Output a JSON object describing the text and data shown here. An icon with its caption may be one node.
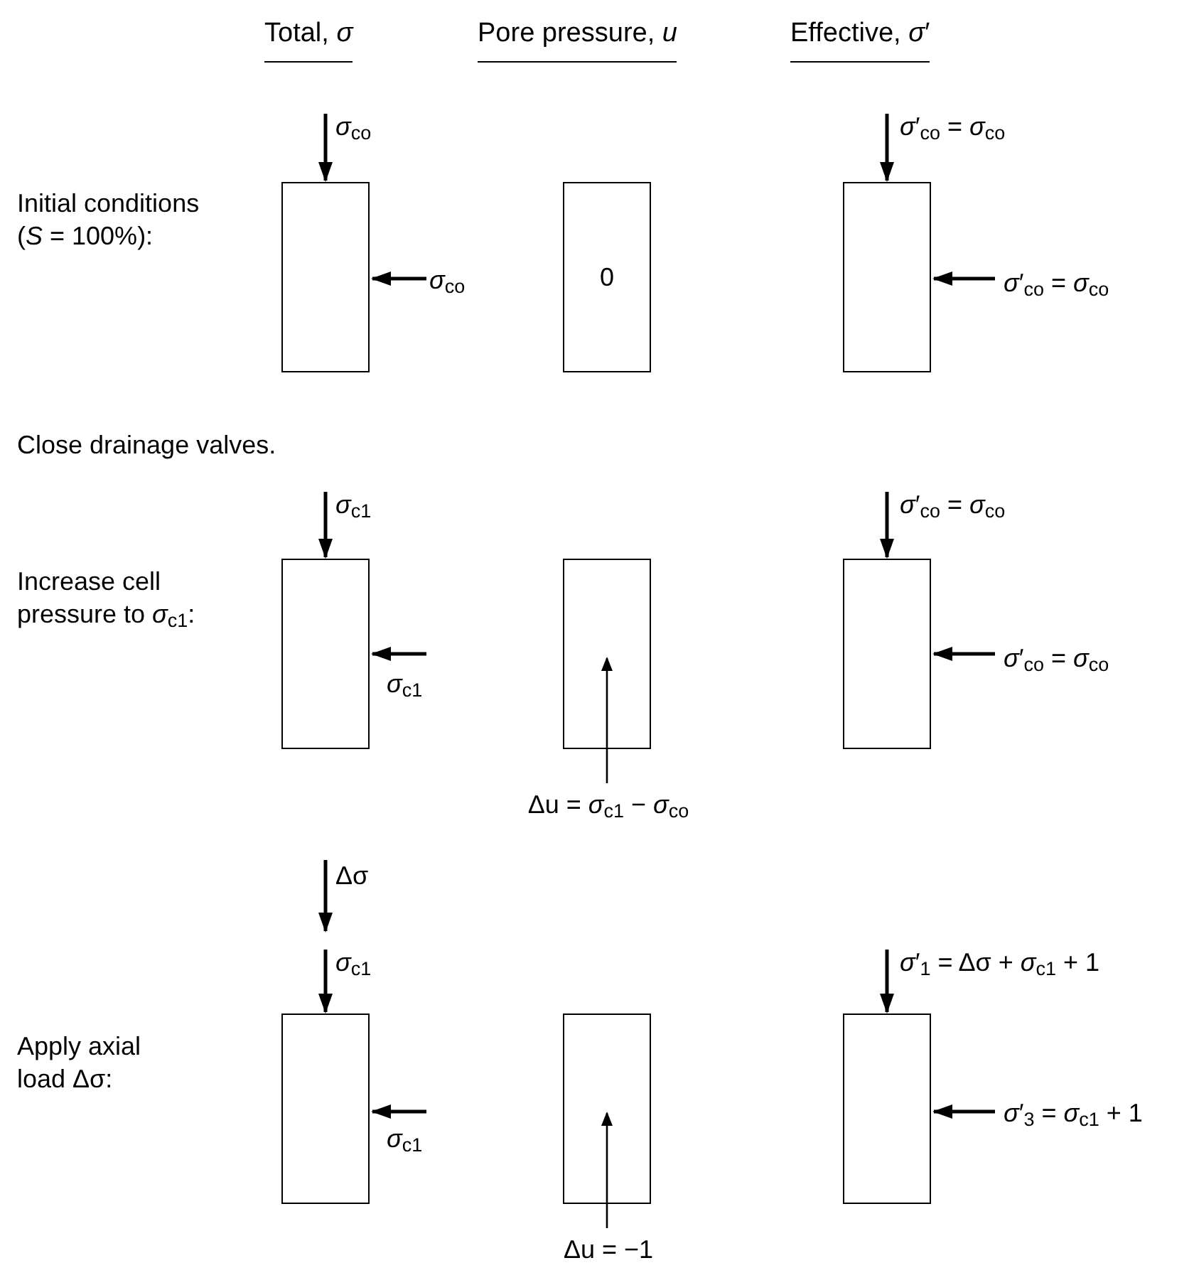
{
  "diagram": {
    "nodes": [
      {
        "text": [],
        "shape": "box"
      },
      {
        "text": [
          "0"
        ]
      },
      {
        "text": [],
        "shape": "box"
      },
      {
        "text": [],
        "shape": "box"
      },
      {
        "text": [],
        "shape": "box"
      },
      {
        "text": [],
        "shape": "box"
      },
      {
        "text": [
          "Δu = *σ*$_{c1}$ − *σ*$_{co}$"
        ]
      },
      {
        "text": [],
        "shape": "box"
      },
      {
        "text": [],
        "shape": "box"
      },
      {
        "text": [],
        "shape": "box"
      },
      {
        "text": [
          "Δu = −1"
        ]
      }
    ],
    "edges": [
      {
        "from": 6,
        "to": 4,
        "arrow": "to"
      },
      {
        "from": 10,
        "to": 8,
        "arrow": "to"
      }
    ],
    "labels": [
      "Total, *σ*",
      "Pore pressure, *u*",
      "Effective, *σ*′",
      "Initial conditions (*S* = 100%):",
      "*σ*$_{co}$",
      "*σ*′$_{co}$ = *σ*$_{co}$",
      "*σ*$_{co}$",
      "*σ*′$_{co}$ = *σ*$_{co}$",
      "Close drainage valves.",
      "*σ*$_{c1}$",
      "*σ*′$_{co}$ = *σ*$_{co}$",
      "Increase cell pressure to *σ*$_{c1}$:",
      "*σ*$_{c1}$",
      "*σ*′$_{co}$ = *σ*$_{co}$",
      "Δσ",
      "*σ*$_{c1}$",
      "*σ*′$_{1}$ = Δσ + *σ*$_{c1}$ + 1",
      "Apply axial load Δσ:",
      "*σ*$_{c1}$",
      "*σ*′$_{3}$ = *σ*$_{c1}$ + 1"
    ]
  }
}
